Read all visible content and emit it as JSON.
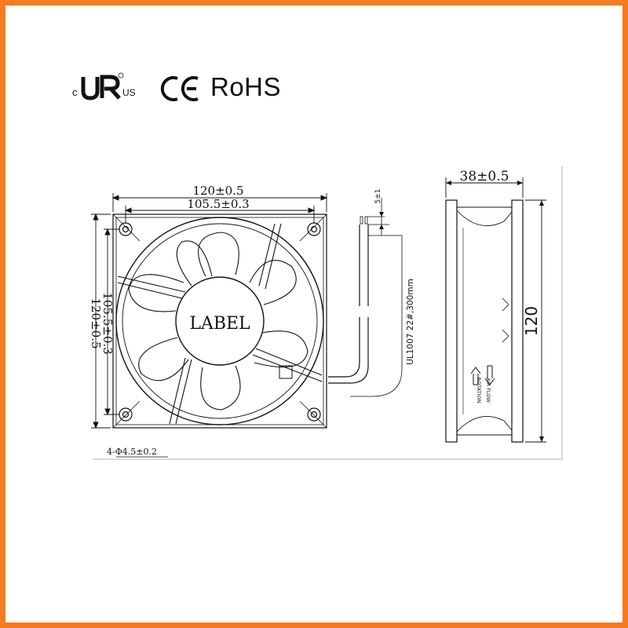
{
  "certifications": {
    "ul_prefix": "c",
    "ul_suffix": "US",
    "ce": "CE",
    "rohs": "RoHS"
  },
  "front_view": {
    "width_overall": "120±0.5",
    "width_holes": "105.5±0.3",
    "height_overall": "120±0.5",
    "height_holes": "105.5±0.3",
    "hub_label": "LABEL",
    "hole_spec": "4-Φ4.5±0.2"
  },
  "cable": {
    "strip_length": "5±1",
    "spec": "UL1007 22#,300mm"
  },
  "side_view": {
    "depth": "38±0.5",
    "height": "120",
    "rotation_label": "ROTATION",
    "airflow_label": "AIR FLOW"
  },
  "colors": {
    "frame": "#f57c1f",
    "line": "#111111"
  }
}
